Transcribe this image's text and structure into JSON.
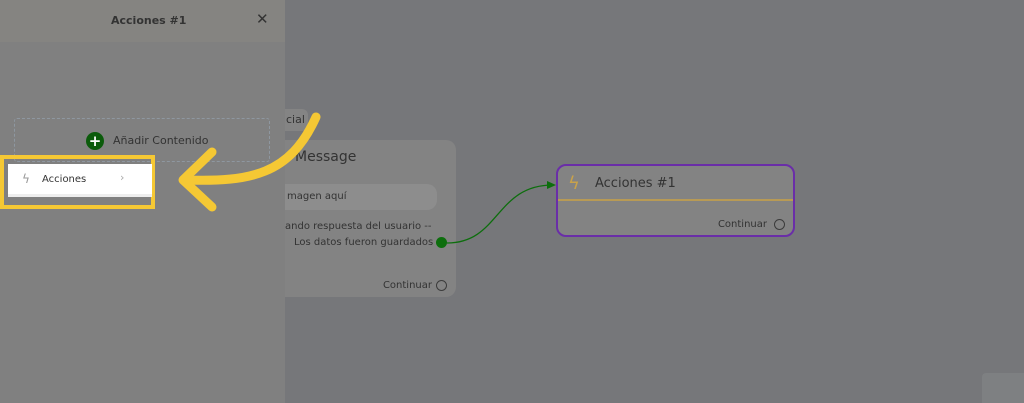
{
  "sidebar": {
    "title": "Acciones #1",
    "add_content": "Añadir Contenido",
    "item_acciones": "Acciones"
  },
  "canvas": {
    "start_label": "cial",
    "message_node": {
      "title": "Message",
      "image_placeholder": "magen aquí",
      "waiting_text": "ando respuesta del usuario --",
      "saved_text": "Los datos fueron guardados",
      "continue": "Continuar"
    },
    "actions_node": {
      "title": "Acciones #1",
      "continue": "Continuar"
    }
  },
  "colors": {
    "highlight": "#f5c834",
    "node_border": "#6a2ea8",
    "success": "#0d6e0d",
    "bolt": "#c9a24a"
  }
}
